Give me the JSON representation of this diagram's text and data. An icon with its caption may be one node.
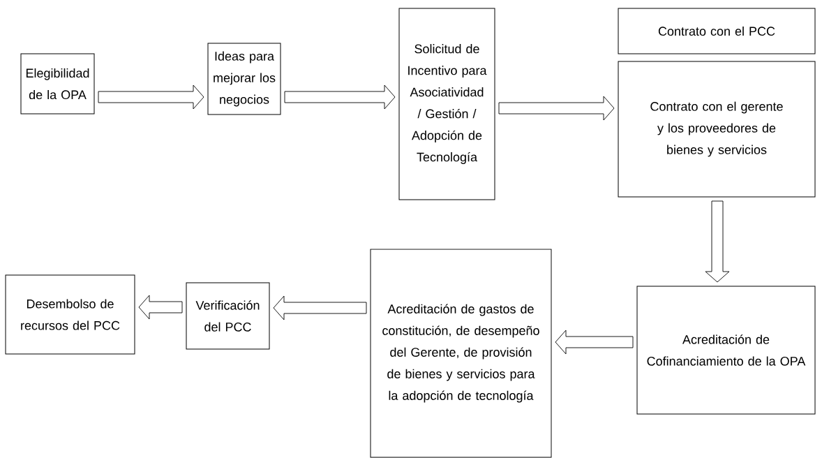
{
  "diagram": {
    "nodes": [
      {
        "text": [
          "Elegibilidad de la OPA"
        ]
      },
      {
        "text": [
          "Ideas para mejorar los negocios"
        ]
      },
      {
        "text": [
          "Solicitud de Incentivo para Asociatividad / Gestión / Adopción de Tecnología"
        ]
      },
      {
        "text": [
          "Contrato con el PCC"
        ]
      },
      {
        "text": [
          "Contrato con el gerente y los proveedores de bienes y servicios"
        ]
      },
      {
        "text": [
          "Acreditación de Cofinanciamiento de la OPA"
        ]
      },
      {
        "text": [
          "Acreditación de gastos de constitución, de desempeño del Gerente, de provisión de bienes y servicios para la adopción de tecnología"
        ]
      },
      {
        "text": [
          "Verificación del PCC"
        ]
      },
      {
        "text": [
          "Desembolso de recursos del PCC"
        ]
      }
    ],
    "edges": [
      {
        "from": 0,
        "to": 1,
        "arrow": "to"
      },
      {
        "from": 1,
        "to": 2,
        "arrow": "to"
      },
      {
        "from": 2,
        "to": 4,
        "arrow": "to"
      },
      {
        "from": 4,
        "to": 5,
        "arrow": "to"
      },
      {
        "from": 5,
        "to": 6,
        "arrow": "to"
      },
      {
        "from": 6,
        "to": 7,
        "arrow": "to"
      },
      {
        "from": 7,
        "to": 8,
        "arrow": "to"
      }
    ]
  }
}
